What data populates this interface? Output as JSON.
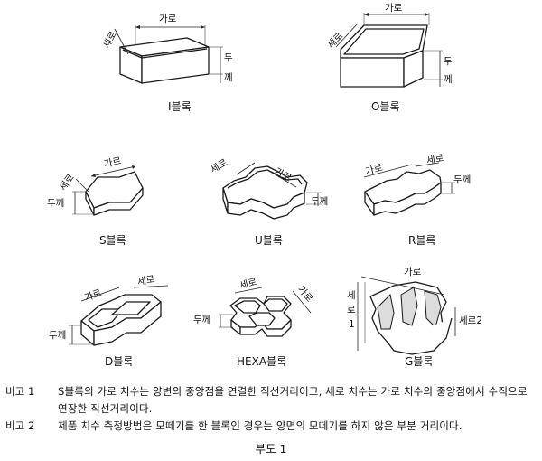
{
  "dims": {
    "garo": "가로",
    "sero": "세로",
    "dukke": "두께",
    "du": "두",
    "kke": "께",
    "se": "세",
    "ro": "로",
    "one": "1",
    "sero2": "세로2"
  },
  "captions": {
    "i_block": "I블록",
    "o_block": "O블록",
    "s_block": "S블록",
    "u_block": "U블록",
    "r_block": "R블록",
    "d_block": "D블록",
    "hexa_block": "HEXA블록",
    "g_block": "G블록"
  },
  "notes": [
    {
      "key": "비고 1",
      "text": "S블록의 가로 치수는 양변의 중앙점을 연결한 직선거리이고, 세로 치수는 가로 치수의 중앙점에서 수직으로 연장한 직선거리이다."
    },
    {
      "key": "비고 2",
      "text": "제품 치수 측정방법은 모떼기를 한 블록인 경우는 양면의 모떼기를 하지 않은 부분 거리이다."
    }
  ],
  "figure_title": "부도 1"
}
